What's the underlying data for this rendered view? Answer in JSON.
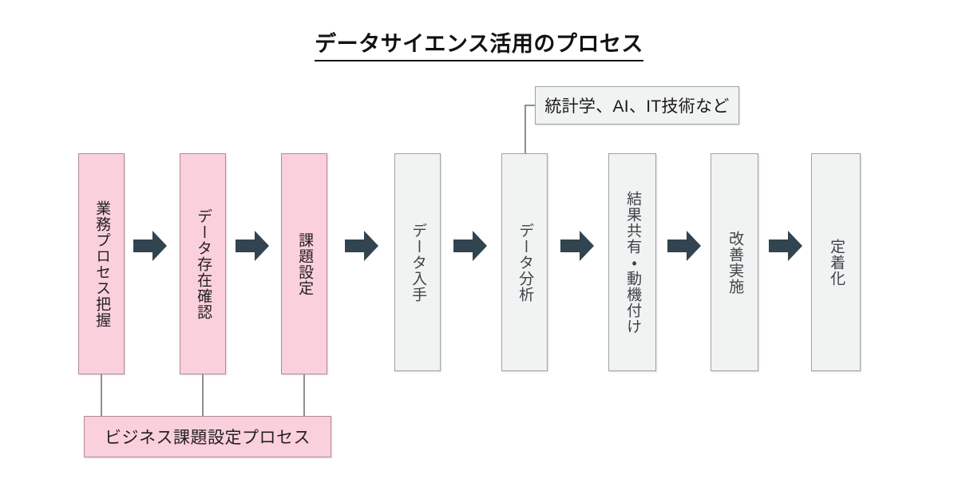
{
  "title": "データサイエンス活用のプロセス",
  "steps": [
    {
      "label": "業務プロセス把握",
      "color": "pink"
    },
    {
      "label": "データ存在確認",
      "color": "pink"
    },
    {
      "label": "課題設定",
      "color": "pink"
    },
    {
      "label": "データ入手",
      "color": "gray"
    },
    {
      "label": "データ分析",
      "color": "gray"
    },
    {
      "label": "結果共有・動機付け",
      "color": "gray"
    },
    {
      "label": "改善実施",
      "color": "gray"
    },
    {
      "label": "定着化",
      "color": "gray"
    }
  ],
  "callout": {
    "label": "統計学、AI、IT技術など",
    "attached_to_step": "データ分析"
  },
  "banner": {
    "label": "ビジネス課題設定プロセス",
    "covers_steps": [
      "業務プロセス把握",
      "データ存在確認",
      "課題設定"
    ]
  },
  "arrow_count": 7,
  "colors": {
    "pink_fill": "#fbd0dd",
    "pink_border": "#b08a95",
    "gray_fill": "#f1f2f2",
    "gray_border": "#9ea3a8",
    "arrow": "#31444f",
    "connector": "#8a9096",
    "title_text": "#111111",
    "background": "#ffffff"
  }
}
